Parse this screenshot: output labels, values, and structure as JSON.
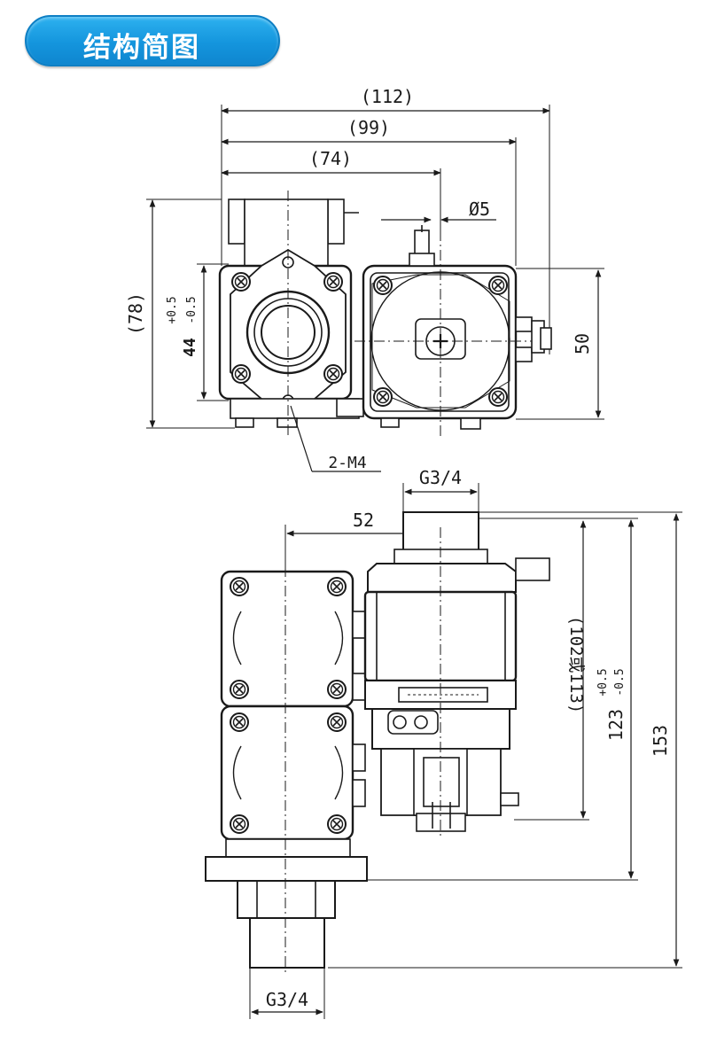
{
  "header": {
    "title": "结构简图",
    "accent": "#1a9be3"
  },
  "top_view": {
    "dims": {
      "overall_112": "(112)",
      "overall_99": "(99)",
      "overall_74": "(74)",
      "dia_5": "Ø5",
      "height_78": "(78)",
      "hole_44": "44",
      "tol_plus": "+0.5",
      "tol_minus": "-0.5",
      "height_50": "50",
      "thread_2m4": "2-M4"
    }
  },
  "front_view": {
    "dims": {
      "port_top": "G3/4",
      "offset_52": "52",
      "alt_102_113": "(102或113)",
      "len_123": "123",
      "tol_plus": "+0.5",
      "tol_minus": "-0.5",
      "len_153": "153",
      "port_bottom": "G3/4"
    }
  }
}
